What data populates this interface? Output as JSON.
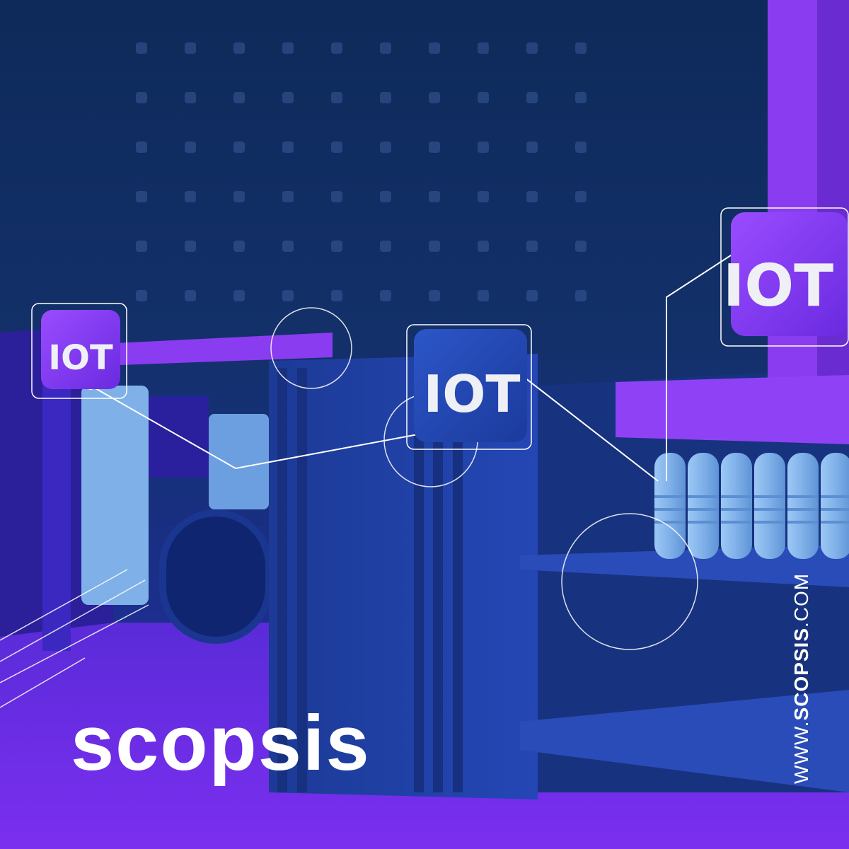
{
  "scene": {
    "iot_tiles": [
      {
        "label": "IOT"
      },
      {
        "label": "IOT"
      },
      {
        "label": "IOT"
      }
    ],
    "colors": {
      "background": "#0e2a5a",
      "machine_blue": "#1f3f9e",
      "accent_purple": "#8a3cf0",
      "bottle_blue": "#7fb0e8",
      "line_white": "#ffffff"
    }
  },
  "brand": {
    "logo_text": "scopsis",
    "url_prefix": "WWW.",
    "url_bold": "SCOPSIS",
    "url_suffix": ".COM"
  }
}
